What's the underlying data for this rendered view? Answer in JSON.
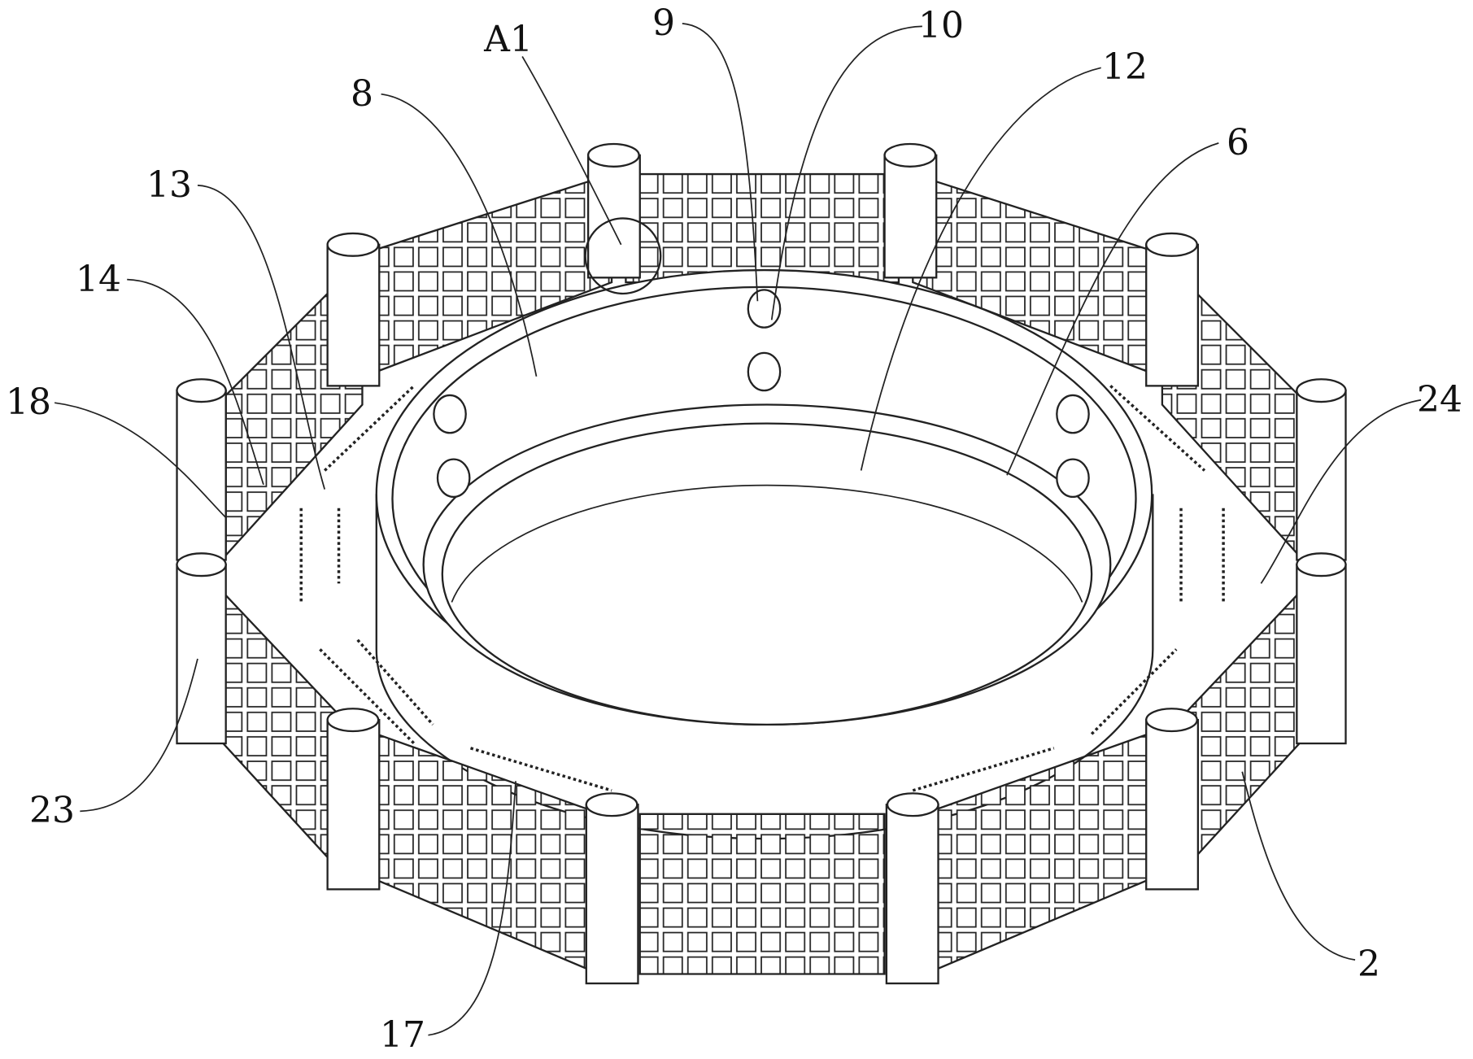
{
  "figure": {
    "labels": {
      "l9": "9",
      "l10": "10",
      "lA1": "A1",
      "l12": "12",
      "l8": "8",
      "l6": "6",
      "l13": "13",
      "l14": "14",
      "l18": "18",
      "l24": "24",
      "l23": "23",
      "l2": "2",
      "l17": "17"
    }
  }
}
